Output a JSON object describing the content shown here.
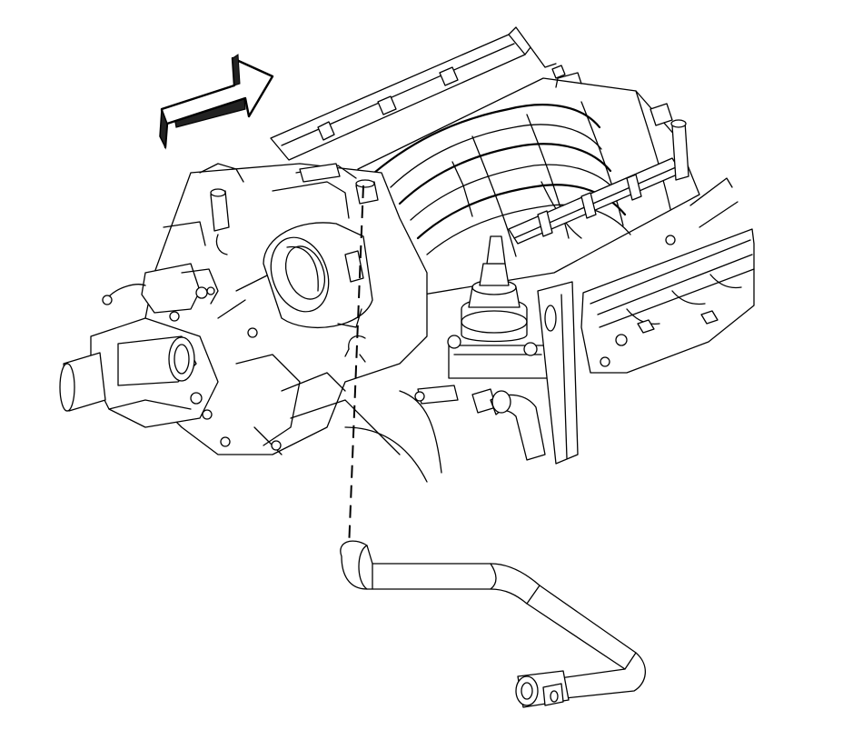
{
  "diagram": {
    "type": "line-art-illustration",
    "colors": {
      "ink": "#000000",
      "paper": "#ffffff"
    },
    "icons": [
      "direction-arrow-icon"
    ],
    "components": [
      "intake-manifold",
      "fuel-rail",
      "throttle-body",
      "thermostat-housing",
      "valve-cover",
      "evap-purge-solenoid",
      "purge-hose",
      "hose-connector"
    ]
  }
}
